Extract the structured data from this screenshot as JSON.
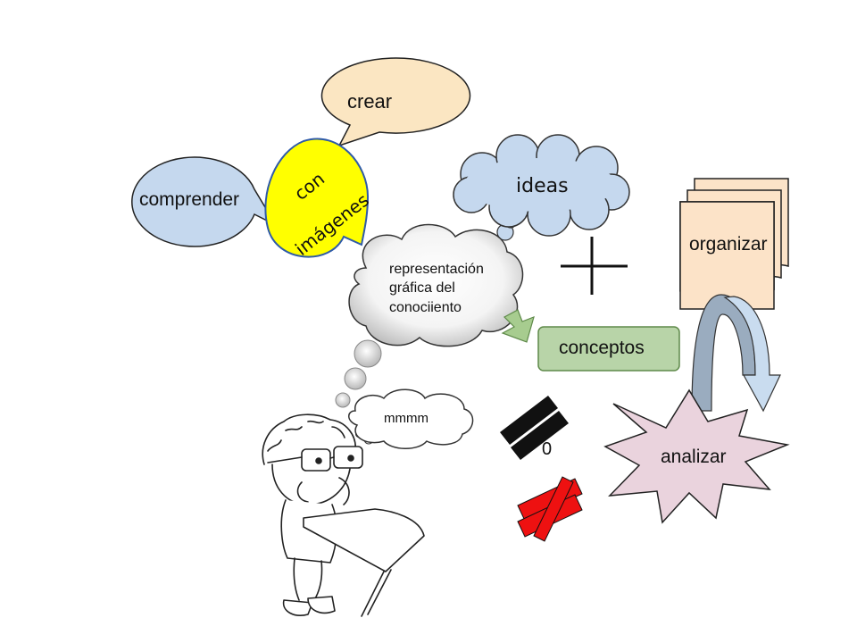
{
  "labels": {
    "crear": "crear",
    "comprender": "comprender",
    "con_imagenes_line1": "con",
    "con_imagenes_line2": "imágenes",
    "ideas": "ideas",
    "representacion_line1": "representación",
    "representacion_line2": "gráfica del",
    "representacion_line3": "conociiento",
    "conceptos": "conceptos",
    "organizar": "organizar",
    "mmmm": "mmmm",
    "analizar": "analizar",
    "zero": "0"
  },
  "colors": {
    "crear_bubble": "#fbe6c2",
    "comprender_bubble": "#c5d8ee",
    "con_imagenes_bubble": "#ffff00",
    "con_imagenes_border": "#2e5aa8",
    "ideas_cloud": "#c5d8ee",
    "conceptos_box": "#b8d4a8",
    "conceptos_border": "#5f8a4a",
    "arrow_green": "#a7cc8f",
    "organizar_pages": "#fce3c8",
    "analizar_star": "#ead3dd",
    "curved_arrow_gray": "#9aacbf",
    "curved_arrow_blue": "#c9dcef",
    "not_equal_red": "#ee1111"
  },
  "icons": [
    "plus-icon",
    "equals-icon",
    "not-equal-icon",
    "thinking-child-illustration"
  ]
}
